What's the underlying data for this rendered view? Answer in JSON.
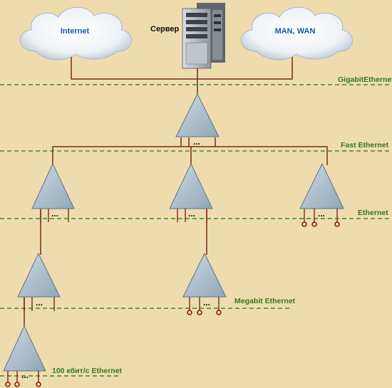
{
  "clouds": [
    {
      "label": "Internet"
    },
    {
      "label": "MAN, WAN"
    }
  ],
  "server": {
    "label": "Сервер"
  },
  "levels": [
    {
      "label": "GigabitEthernet"
    },
    {
      "label": "Fast Ethernet"
    },
    {
      "label": "Ethernet"
    },
    {
      "label": "Megabit Ethernet"
    },
    {
      "label": "100 кбит/с Ethernet"
    }
  ],
  "ellipsis": "...",
  "colors": {
    "background": "#efdcae",
    "cloud_text": "#1d57a8",
    "level_text": "#2f7a1f",
    "dashed_line": "#3c8a2e",
    "link_line": "#7a2a1c",
    "triangle_fill": "#a9bccb"
  }
}
